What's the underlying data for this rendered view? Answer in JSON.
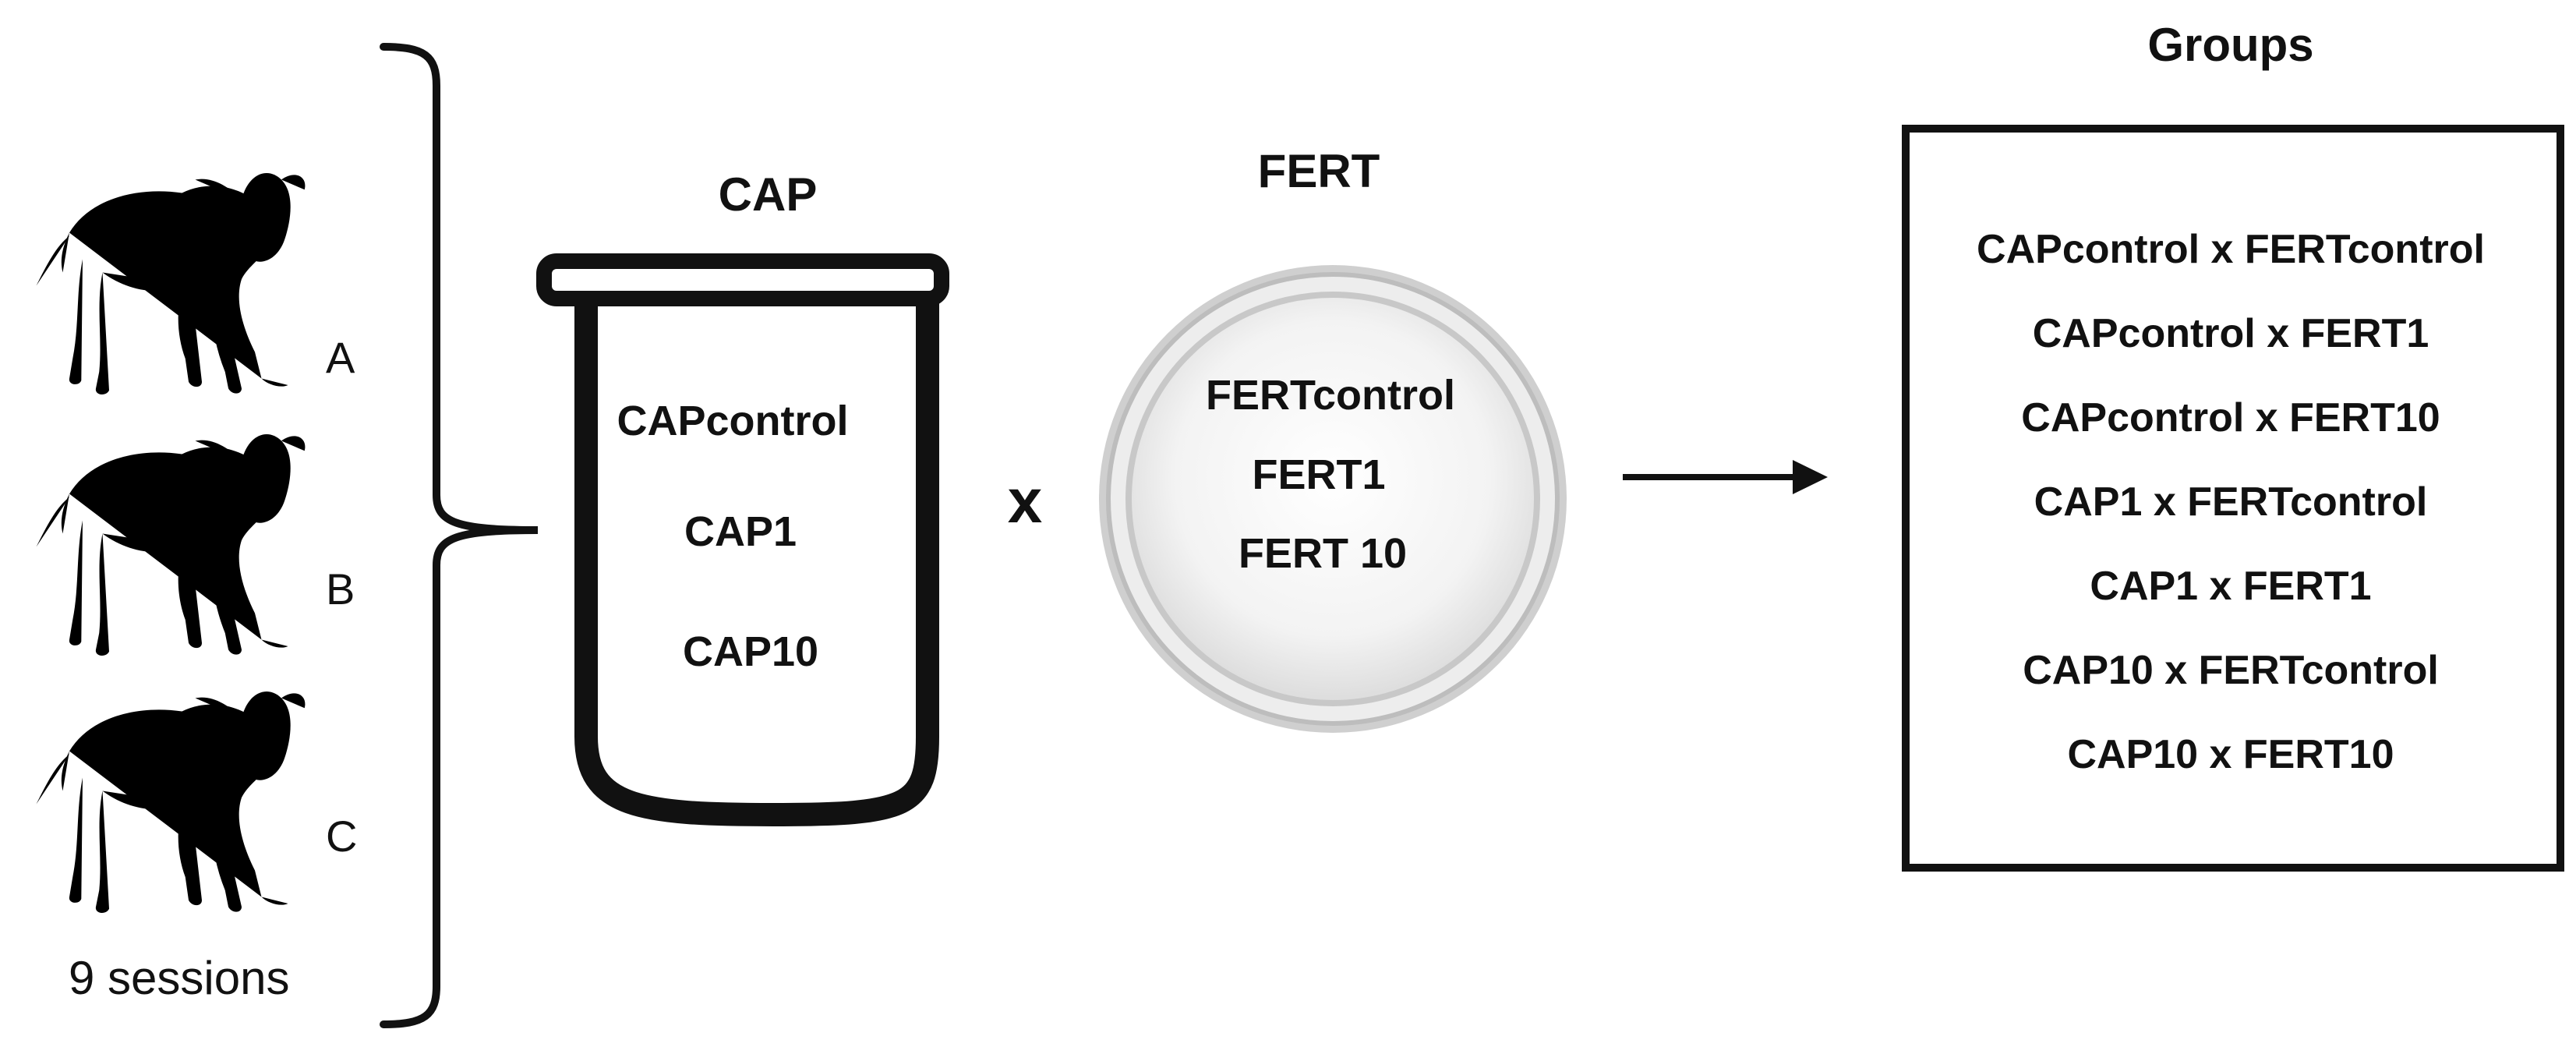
{
  "animals": {
    "labels": [
      "A",
      "B",
      "C"
    ],
    "icon": "bull-icon",
    "sessions_label": "9 sessions"
  },
  "cap": {
    "title": "CAP",
    "items": [
      "CAPcontrol",
      "CAP1",
      "CAP10"
    ]
  },
  "operator": "x",
  "fert": {
    "title": "FERT",
    "items": [
      "FERTcontrol",
      "FERT1",
      "FERT 10"
    ]
  },
  "groups": {
    "title": "Groups",
    "items": [
      "CAPcontrol x FERTcontrol",
      "CAPcontrol x FERT1",
      "CAPcontrol x FERT10",
      "CAP1 x FERTcontrol",
      "CAP1 x FERT1",
      "CAP10 x FERTcontrol",
      "CAP10 x FERT10"
    ]
  },
  "colors": {
    "ink": "#111111",
    "dish_rim": "#b8b8b8",
    "dish_fill": "#f4f4f4"
  }
}
